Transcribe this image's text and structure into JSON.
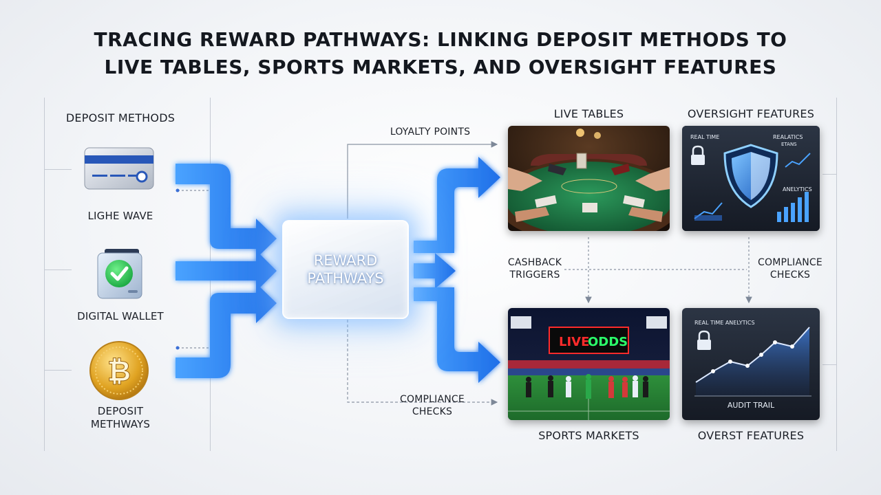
{
  "title_line1": "TRACING REWARD PATHWAYS: LINKING DEPOSIT METHODS TO",
  "title_line2": "LIVE TABLES, SPORTS MARKETS, AND OVERSIGHT FEATURES",
  "deposit": {
    "header": "DEPOSIT METHODS",
    "card_label": "LIGHE WAVE",
    "wallet_label": "DIGITAL WALLET",
    "crypto_label_line1": "DEPOSIT",
    "crypto_label_line2": "METHWAYS"
  },
  "hub": {
    "label": "REWARD PATHWAYS"
  },
  "connectors": {
    "loyalty": "LOYALTY POINTS",
    "cashback_line1": "CASHBACK",
    "cashback_line2": "TRIGGERS",
    "compliance_left_line1": "COMPLIANCE",
    "compliance_left_line2": "CHECKS",
    "compliance_right_line1": "COMPLIANCE",
    "compliance_right_line2": "CHECKS"
  },
  "live_tables": {
    "header": "LIVE TABLES"
  },
  "oversight_top": {
    "header": "OVERSIGHT FEATURES",
    "text_real_time": "REAL TIME",
    "text_realatics_1": "REALATICS",
    "text_realatics_2": "ETANS",
    "text_analytics": "ANELYTICS"
  },
  "sports": {
    "footer": "SPORTS MARKETS",
    "scoreboard_live": "LIVE",
    "scoreboard_odds": "ODDS"
  },
  "oversight_bottom": {
    "footer": "OVERST FEATURES",
    "text_analytics": "REAL TIME ANELYTICS",
    "text_audit": "AUDIT TRAIL"
  },
  "colors": {
    "arrow_blue": "#2f8cff",
    "table_felt": "#1f7a48",
    "panel_dark": "#1f2633",
    "odds_red": "#ff2b2b",
    "odds_green": "#2bff6a",
    "bitcoin_gold": "#e0a322"
  },
  "icons": [
    "credit-card-icon",
    "wallet-check-icon",
    "bitcoin-icon",
    "lock-icon",
    "shield-icon",
    "chart-icon"
  ]
}
